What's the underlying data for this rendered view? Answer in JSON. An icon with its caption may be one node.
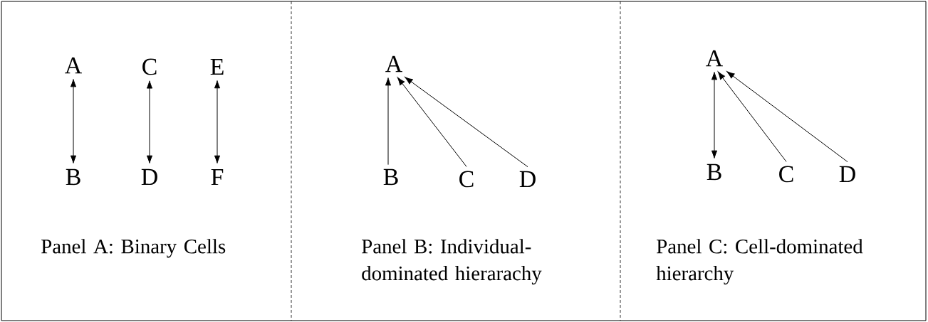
{
  "diagram": {
    "nodes": [
      {
        "text": [
          "Panel A: Binary Cells"
        ]
      },
      {
        "text": [
          "A"
        ],
        "in": 0
      },
      {
        "text": [
          "B"
        ],
        "in": 0
      },
      {
        "text": [
          "C"
        ],
        "in": 0
      },
      {
        "text": [
          "D"
        ],
        "in": 0
      },
      {
        "text": [
          "E"
        ],
        "in": 0
      },
      {
        "text": [
          "F"
        ],
        "in": 0
      },
      {
        "text": [
          "Panel B: Individual-dominated hierarachy"
        ]
      },
      {
        "text": [
          "A"
        ],
        "in": 7
      },
      {
        "text": [
          "B"
        ],
        "in": 7
      },
      {
        "text": [
          "C"
        ],
        "in": 7
      },
      {
        "text": [
          "D"
        ],
        "in": 7
      },
      {
        "text": [
          "Panel C: Cell-dominated hierarchy"
        ]
      },
      {
        "text": [
          "A"
        ],
        "in": 12
      },
      {
        "text": [
          "B"
        ],
        "in": 12
      },
      {
        "text": [
          "C"
        ],
        "in": 12
      },
      {
        "text": [
          "D"
        ],
        "in": 12
      }
    ],
    "edges": [
      {
        "from": 1,
        "to": 2,
        "arrow": "both"
      },
      {
        "from": 3,
        "to": 4,
        "arrow": "both"
      },
      {
        "from": 5,
        "to": 6,
        "arrow": "both"
      },
      {
        "from": 9,
        "to": 8,
        "arrow": "to"
      },
      {
        "from": 10,
        "to": 8,
        "arrow": "to"
      },
      {
        "from": 11,
        "to": 8,
        "arrow": "to"
      },
      {
        "from": 13,
        "to": 14,
        "arrow": "both"
      },
      {
        "from": 15,
        "to": 13,
        "arrow": "to"
      },
      {
        "from": 16,
        "to": 13,
        "arrow": "to"
      }
    ]
  }
}
